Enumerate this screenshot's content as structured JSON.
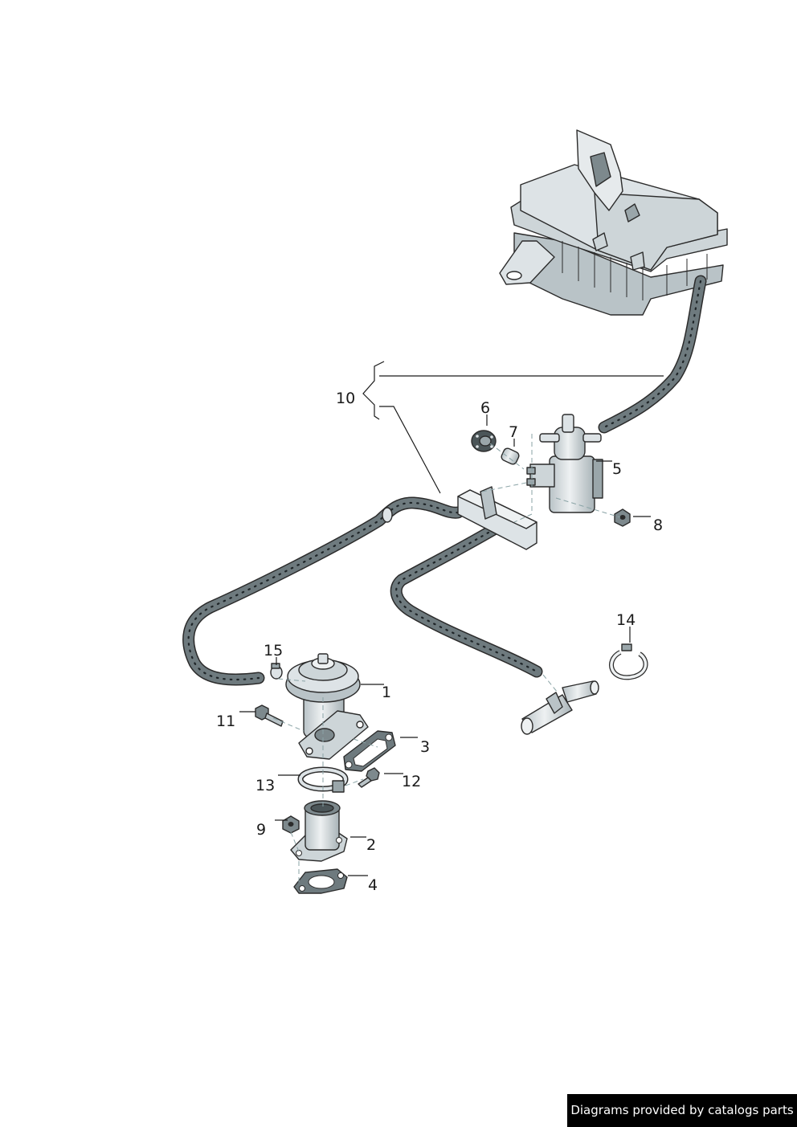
{
  "footer": {
    "credit": "Diagrams provided by catalogs parts"
  },
  "callouts": {
    "c1": "1",
    "c2": "2",
    "c3": "3",
    "c4": "4",
    "c5": "5",
    "c6": "6",
    "c7": "7",
    "c8": "8",
    "c9": "9",
    "c10": "10",
    "c11": "11",
    "c12": "12",
    "c13": "13",
    "c14": "14",
    "c15": "15"
  },
  "colors": {
    "part_fill": "#dde3e6",
    "part_shade": "#b9c3c7",
    "hose_fill": "#6e7a7e",
    "hose_dot": "#1e2427",
    "leader": "#1a1a1a",
    "dashed_axis": "#8aa3a6"
  }
}
